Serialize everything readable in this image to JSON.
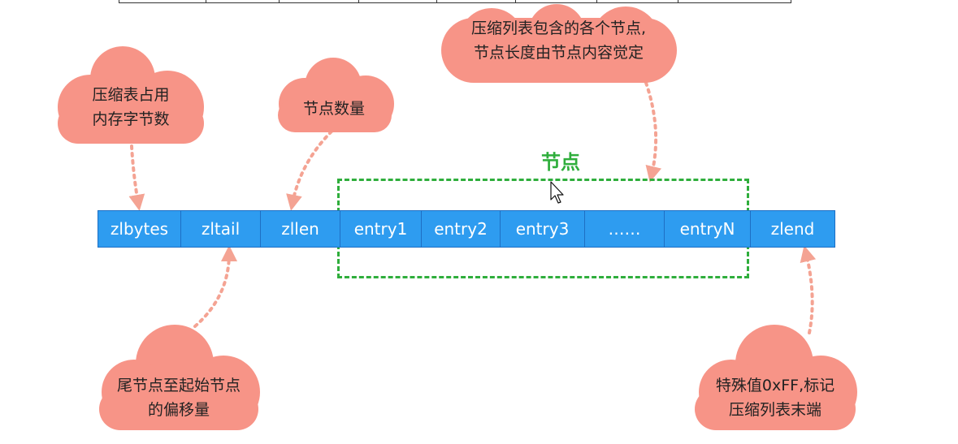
{
  "segments": [
    {
      "label": "zlbytes",
      "width": 102
    },
    {
      "label": "zltail",
      "width": 98
    },
    {
      "label": "zllen",
      "width": 98
    },
    {
      "label": "entry1",
      "width": 100
    },
    {
      "label": "entry2",
      "width": 97
    },
    {
      "label": "entry3",
      "width": 104
    },
    {
      "label": "……",
      "width": 98
    },
    {
      "label": "entryN",
      "width": 106
    },
    {
      "label": "zlend",
      "width": 103
    }
  ],
  "group_label": "节点",
  "annotations": {
    "zlbytes": {
      "line1": "压缩表占用",
      "line2": "内存字节数"
    },
    "zllen": {
      "line1": "节点数量",
      "line2": ""
    },
    "entries": {
      "line1": "压缩列表包含的各个节点,",
      "line2": "节点长度由节点内容觉定"
    },
    "zltail": {
      "line1": "尾节点至起始节点",
      "line2": "的偏移量"
    },
    "zlend": {
      "line1": "特殊值0xFF,标记",
      "line2": "压缩列表末端"
    }
  },
  "colors": {
    "segment_fill": "#2e9cf0",
    "group_border": "#2fae3c",
    "cloud_fill": "#f79487",
    "arrow": "#f4a393"
  }
}
